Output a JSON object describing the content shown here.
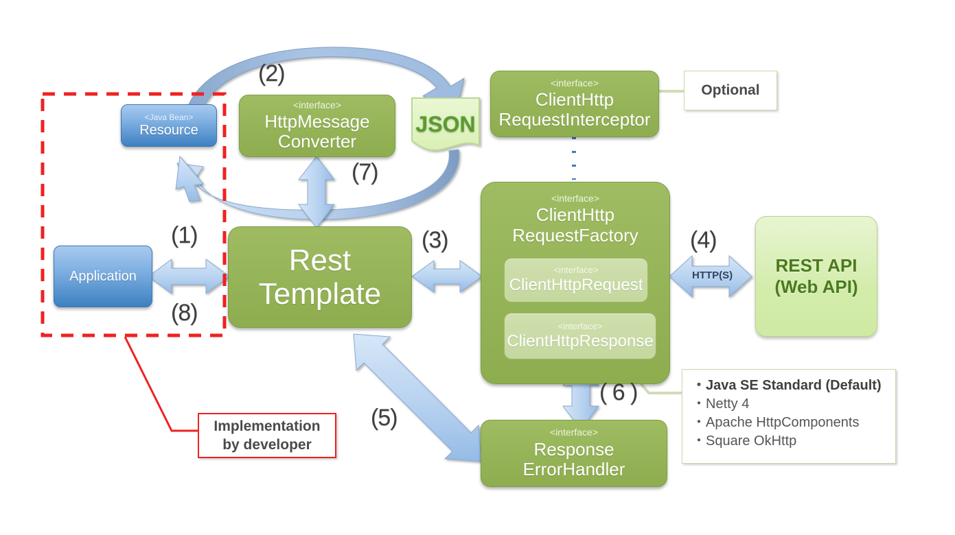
{
  "diagram": {
    "title": "RestTemplate architecture",
    "colors": {
      "green": "#95b357",
      "green_inner": "#c7da a2",
      "blue": "#3d80c2",
      "rest_api_green": "#d3ecab",
      "rest_api_text": "#4b7a1e",
      "arrow_blue": "#a9c9ec",
      "red": "#ee2222",
      "json_text": "#5a9b2e"
    },
    "stereotype": "<interface>",
    "javabean_stereotype": "<Java Bean>"
  },
  "nodes": {
    "resource": {
      "stereotype": "<Java Bean>",
      "title": "Resource"
    },
    "application": {
      "title": "Application"
    },
    "http_message_converter": {
      "stereotype": "<interface>",
      "line1": "HttpMessage",
      "line2": "Converter"
    },
    "json": {
      "label": "JSON"
    },
    "client_http_request_interceptor": {
      "stereotype": "<interface>",
      "line1": "ClientHttp",
      "line2": "RequestInterceptor"
    },
    "rest_template": {
      "line1": "Rest",
      "line2": "Template"
    },
    "client_http_request_factory": {
      "stereotype": "<interface>",
      "line1": "ClientHttp",
      "line2": "RequestFactory"
    },
    "client_http_request": {
      "stereotype": "<interface>",
      "title": "ClientHttpRequest"
    },
    "client_http_response": {
      "stereotype": "<interface>",
      "title": "ClientHttpResponse"
    },
    "response_error_handler": {
      "stereotype": "<interface>",
      "line1": "Response",
      "line2": "ErrorHandler"
    },
    "rest_api": {
      "line1": "REST API",
      "line2": "(Web API)"
    }
  },
  "notes": {
    "optional": "Optional",
    "implementation_by_developer": {
      "line1": "Implementation",
      "line2": "by developer"
    },
    "factory_impls": [
      {
        "text": "Java SE Standard (Default)",
        "bold": true
      },
      {
        "text": "Netty 4",
        "bold": false
      },
      {
        "text": "Apache HttpComponents",
        "bold": false
      },
      {
        "text": "Square OkHttp",
        "bold": false
      }
    ]
  },
  "steps": [
    {
      "id": "1",
      "label": "(1)"
    },
    {
      "id": "2",
      "label": "(2)"
    },
    {
      "id": "3",
      "label": "(3)"
    },
    {
      "id": "4",
      "label": "(4)"
    },
    {
      "id": "5",
      "label": "(5)"
    },
    {
      "id": "6",
      "label": "( 6 )"
    },
    {
      "id": "7",
      "label": "(7)"
    },
    {
      "id": "8",
      "label": "(8)"
    }
  ],
  "edges": {
    "http_protocol_label": "HTTP(S)"
  }
}
